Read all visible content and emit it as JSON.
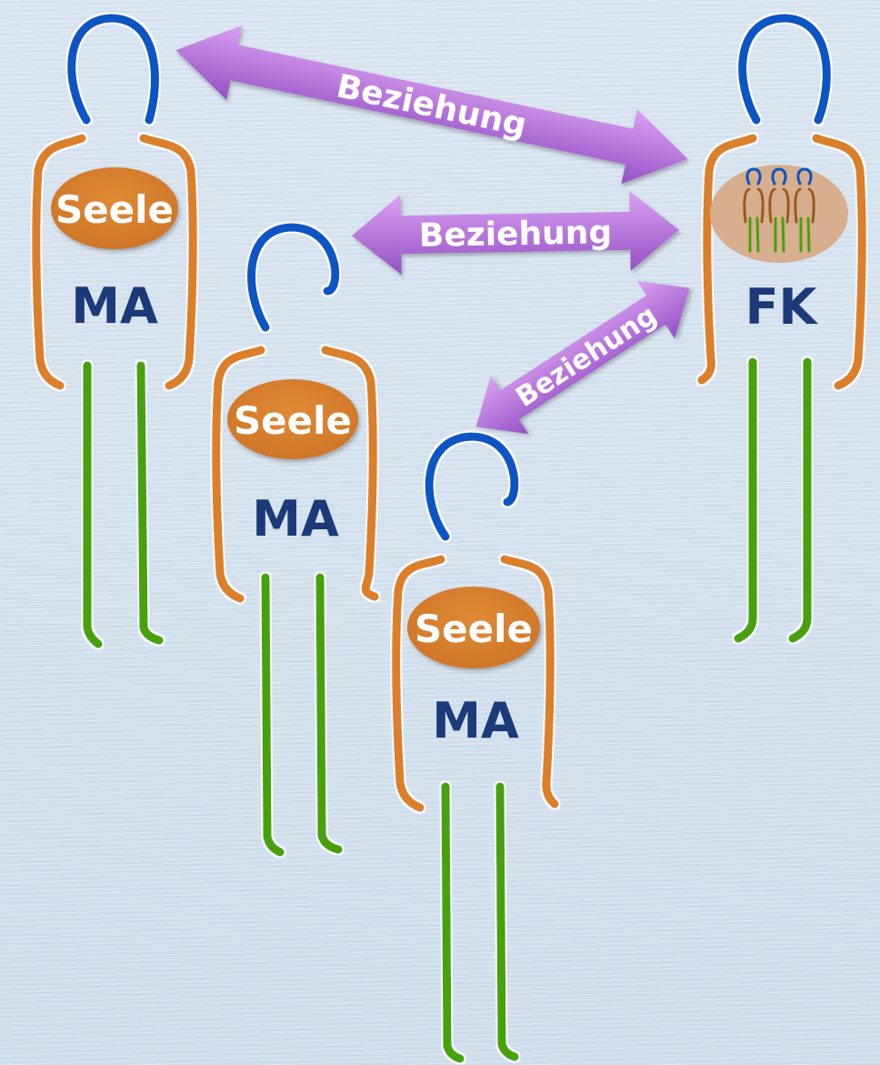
{
  "figures": [
    {
      "soul_label": "Seele",
      "role_label": "MA"
    },
    {
      "soul_label": "Seele",
      "role_label": "MA"
    },
    {
      "soul_label": "Seele",
      "role_label": "MA"
    },
    {
      "role_label": "FK"
    }
  ],
  "relations": [
    {
      "label": "Beziehung"
    },
    {
      "label": "Beziehung"
    },
    {
      "label": "Beziehung"
    }
  ],
  "colors": {
    "background": "#d3e1ed",
    "head": "#0a55c4",
    "torso": "#db7f2c",
    "legs": "#47a10e",
    "soul_fill": "#d9822f",
    "soul_text": "#ffffff",
    "role_text": "#1b3a7a",
    "arrow_top": "#d79af0",
    "arrow_bottom": "#9a55c9",
    "arrow_text": "#ffffff",
    "fk_core": "#d7ae8e"
  }
}
